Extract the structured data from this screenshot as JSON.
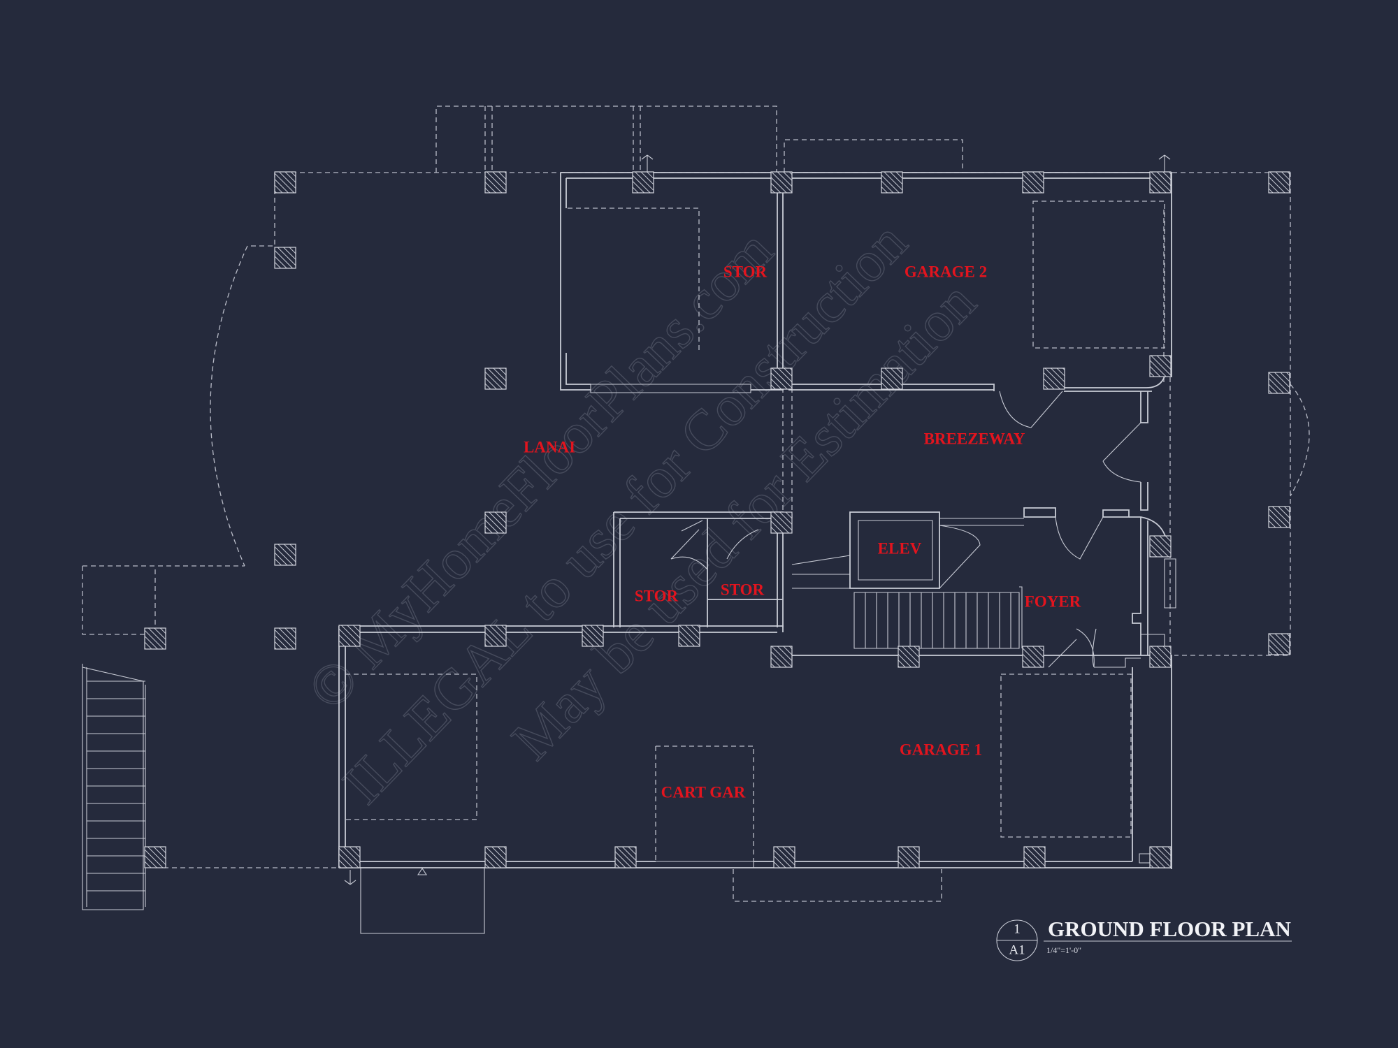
{
  "rooms": {
    "stor_top": "STOR",
    "garage_2": "GARAGE 2",
    "lanai": "LANAI",
    "breezeway": "BREEZEWAY",
    "elev": "ELEV",
    "stor_left": "STOR",
    "stor_right": "STOR",
    "foyer": "FOYER",
    "garage_1": "GARAGE 1",
    "cart_gar": "CART GAR"
  },
  "title_block": {
    "title": "GROUND FLOOR PLAN",
    "scale": "1/4\"=1'-0\"",
    "detail_number": "1",
    "sheet_number": "A1"
  },
  "watermark": {
    "line1": "© MyHomeFloorPlans.com",
    "line2": "ILLEGAL to use for Construction",
    "line3": "May be used for Estimation"
  },
  "colors": {
    "background": "#252a3c",
    "linework": "#c9ccd6",
    "room_label": "#e3141e"
  }
}
